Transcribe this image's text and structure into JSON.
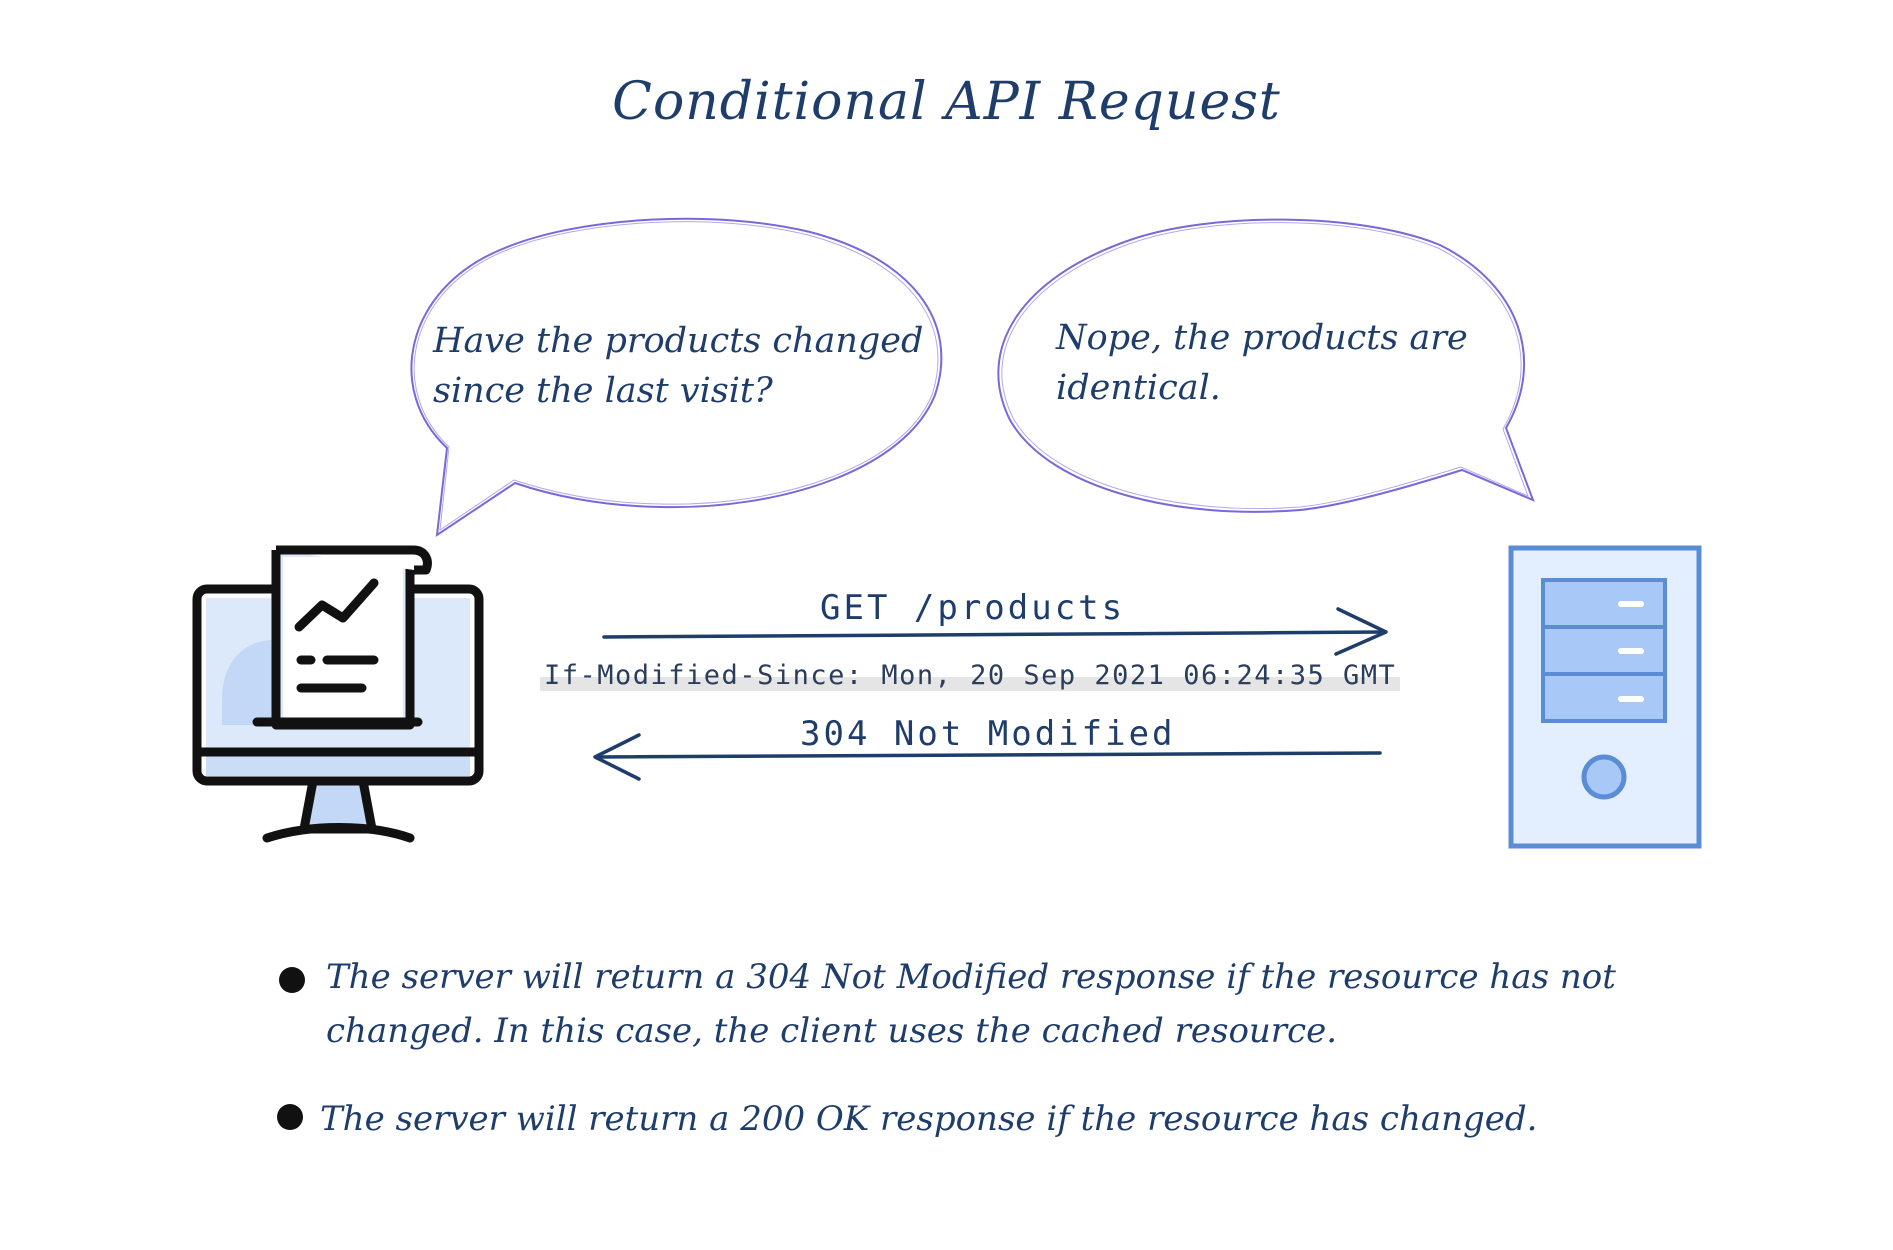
{
  "title": "Conditional API Request",
  "speech_bubbles": {
    "client": "Have the products changed since the last visit?",
    "server": "Nope, the products are identical."
  },
  "messages": {
    "request": "GET /products",
    "request_header": "If-Modified-Since: Mon, 20 Sep 2021 06:24:35 GMT",
    "response": "304 Not Modified"
  },
  "notes": [
    "The server will return a 304 Not Modified response if the resource has not changed. In this case, the client uses the cached resource.",
    "The server will return a 200 OK response if the resource has changed."
  ],
  "icons": {
    "client": "computer-monitor-chart-icon",
    "server": "server-tower-icon"
  },
  "colors": {
    "text": "#1f3d6b",
    "bubble_outline": "#7b68d8",
    "server_fill": "#e3efff",
    "server_stroke": "#5b8cd6",
    "drive_fill": "#a8c9f7"
  }
}
